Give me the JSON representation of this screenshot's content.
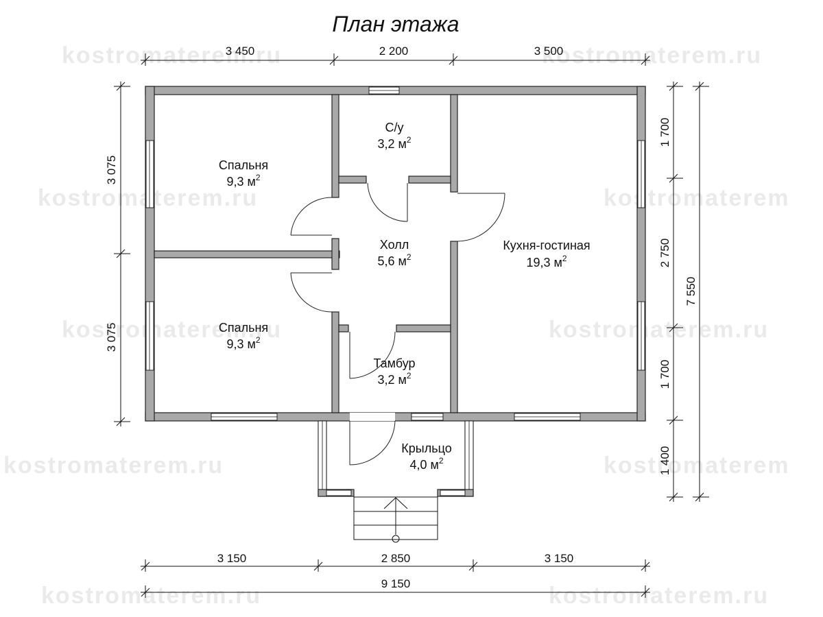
{
  "title": "План этажа",
  "watermarks": [
    "kostromaterem.ru",
    "kostromaterem.ru",
    "kostromaterem.ru",
    "kostromaterem",
    "kostromaterem.ru",
    "kostromaterem.ru",
    "kostromaterem.ru",
    "kostromaterem",
    "kostromaterem.ru",
    "kostromaterem.ru"
  ],
  "dimensions": {
    "top": [
      "3 450",
      "2 200",
      "3 500"
    ],
    "left": [
      "3 075",
      "3 075"
    ],
    "right": [
      "1 700",
      "2 750",
      "1 700",
      "1 400"
    ],
    "right_total": "7 550",
    "bottom": [
      "3 150",
      "2 850",
      "3 150"
    ],
    "bottom_total": "9 150"
  },
  "rooms": [
    {
      "name": "Спальня",
      "area": "9,3 м",
      "unit_sup": "2"
    },
    {
      "name": "С/у",
      "area": "3,2 м",
      "unit_sup": "2"
    },
    {
      "name": "Кухня-гостиная",
      "area": "19,3 м",
      "unit_sup": "2"
    },
    {
      "name": "Холл",
      "area": "5,6 м",
      "unit_sup": "2"
    },
    {
      "name": "Спальня",
      "area": "9,3 м",
      "unit_sup": "2"
    },
    {
      "name": "Тамбур",
      "area": "3,2 м",
      "unit_sup": "2"
    },
    {
      "name": "Крыльцо",
      "area": "4,0 м",
      "unit_sup": "2"
    }
  ],
  "colors": {
    "wall": "#a9a9a9",
    "line": "#111111",
    "watermark": "#eaeaea"
  }
}
